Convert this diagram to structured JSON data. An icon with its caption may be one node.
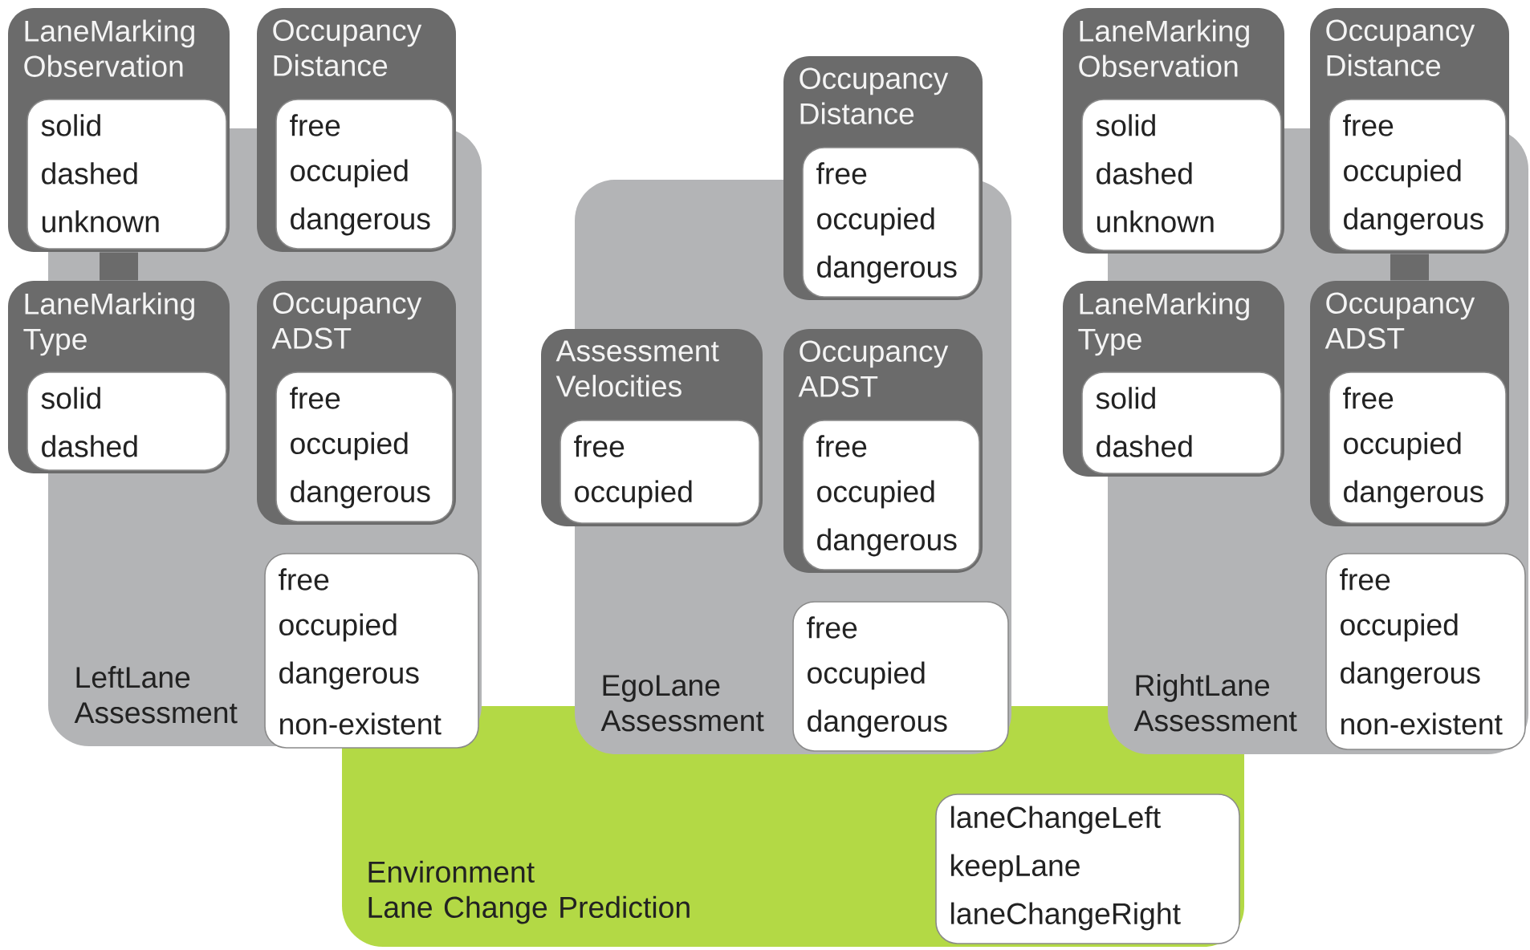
{
  "diagram": {
    "nodes": [
      {
        "text": [
          "LeftLane Assessment"
        ]
      },
      {
        "text": [
          "LaneMarking Observation"
        ]
      },
      {
        "text": [
          "solid",
          "dashed",
          "unknown"
        ],
        "in": 1
      },
      {
        "text": [
          "Occupancy Distance"
        ]
      },
      {
        "text": [
          "free",
          "occupied",
          "dangerous"
        ],
        "in": 3
      },
      {
        "text": [
          "LaneMarking Type"
        ]
      },
      {
        "text": [
          "solid",
          "dashed"
        ],
        "in": 5
      },
      {
        "text": [
          "Occupancy ADST"
        ],
        "in": 0
      },
      {
        "text": [
          "free",
          "occupied",
          "dangerous"
        ],
        "in": 7
      },
      {
        "text": [
          "free",
          "occupied",
          "dangerous",
          "non-existent"
        ],
        "in": 0
      },
      {
        "text": [
          "EgoLane Assessment"
        ]
      },
      {
        "text": [
          "Occupancy Distance"
        ]
      },
      {
        "text": [
          "free",
          "occupied",
          "dangerous"
        ],
        "in": 11
      },
      {
        "text": [
          "Assessment Velocities"
        ]
      },
      {
        "text": [
          "free",
          "occupied"
        ],
        "in": 13
      },
      {
        "text": [
          "Occupancy ADST"
        ],
        "in": 10
      },
      {
        "text": [
          "free",
          "occupied",
          "dangerous"
        ],
        "in": 15
      },
      {
        "text": [
          "free",
          "occupied",
          "dangerous"
        ],
        "in": 10
      },
      {
        "text": [
          "RightLane Assessment"
        ]
      },
      {
        "text": [
          "LaneMarking Observation"
        ]
      },
      {
        "text": [
          "solid",
          "dashed",
          "unknown"
        ],
        "in": 19
      },
      {
        "text": [
          "Occupancy Distance"
        ]
      },
      {
        "text": [
          "free",
          "occupied",
          "dangerous"
        ],
        "in": 21
      },
      {
        "text": [
          "LaneMarking Type"
        ]
      },
      {
        "text": [
          "solid",
          "dashed"
        ],
        "in": 23
      },
      {
        "text": [
          "Occupancy ADST"
        ],
        "in": 18
      },
      {
        "text": [
          "free",
          "occupied",
          "dangerous"
        ],
        "in": 25
      },
      {
        "text": [
          "free",
          "occupied",
          "dangerous",
          "non-existent"
        ],
        "in": 18
      },
      {
        "text": [
          "Environment Lane Change Prediction"
        ]
      },
      {
        "text": [
          "laneChangeLeft",
          "keepLane",
          "laneChangeRight"
        ],
        "in": 28
      }
    ],
    "edges": [
      {
        "from": 1,
        "to": 5,
        "arrow": "none"
      },
      {
        "from": 21,
        "to": 25,
        "arrow": "none"
      }
    ]
  }
}
